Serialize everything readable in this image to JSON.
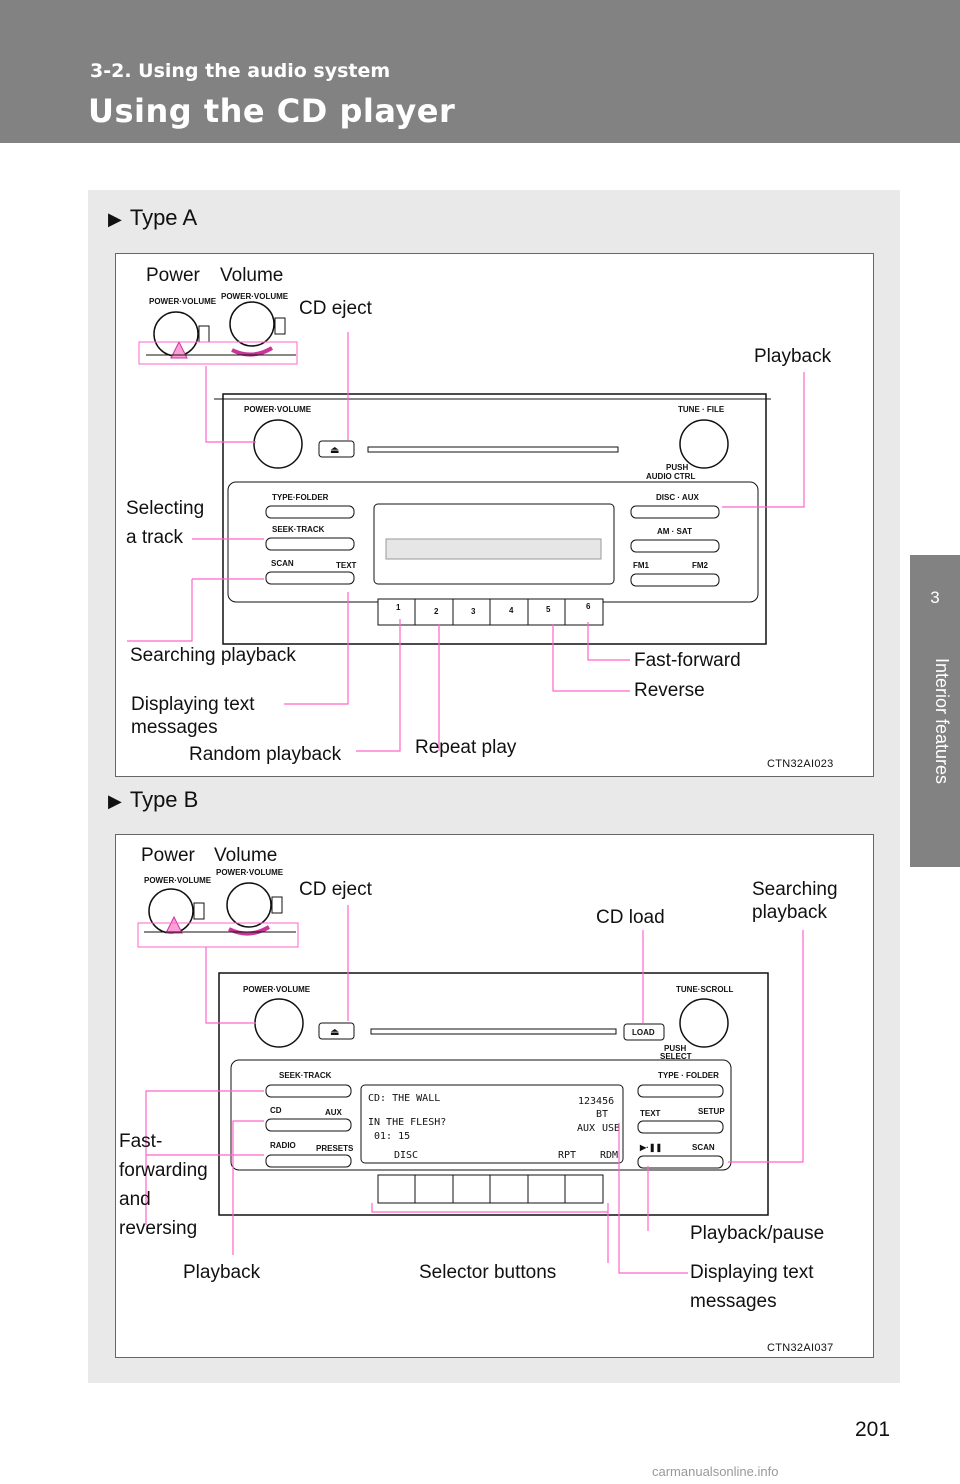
{
  "header": {
    "section_label": "3-2. Using the audio system",
    "page_title": "Using the CD player"
  },
  "side_tab": {
    "chapter_number": "3",
    "chapter_title": "Interior features"
  },
  "type_a": {
    "heading": "Type A",
    "figure_code": "CTN32AI023",
    "callouts": {
      "power": "Power",
      "volume": "Volume",
      "cd_eject": "CD eject",
      "playback": "Playback",
      "selecting_a_track_line1": "Selecting",
      "selecting_a_track_line2": "a track",
      "searching_playback": "Searching playback",
      "fast_forward": "Fast-forward",
      "reverse": "Reverse",
      "displaying_text_line1": "Displaying text",
      "displaying_text_line2": "messages",
      "random_playback": "Random playback",
      "repeat_play": "Repeat play"
    },
    "unit_labels": {
      "power_volume": "POWER·VOLUME",
      "tune_file": "TUNE · FILE",
      "push_audio_ctrl_1": "PUSH",
      "push_audio_ctrl_2": "AUDIO CTRL",
      "type_folder": "TYPE·FOLDER",
      "seek_track": "SEEK·TRACK",
      "scan": "SCAN",
      "text": "TEXT",
      "disc_aux": "DISC · AUX",
      "am_sat": "AM · SAT",
      "fm1": "FM1",
      "fm2": "FM2",
      "presets": [
        "1",
        "2",
        "3",
        "4",
        "5",
        "6"
      ]
    }
  },
  "type_b": {
    "heading": "Type B",
    "figure_code": "CTN32AI037",
    "callouts": {
      "power": "Power",
      "volume": "Volume",
      "cd_eject": "CD eject",
      "cd_load": "CD load",
      "searching_playback_line1": "Searching",
      "searching_playback_line2": "playback",
      "fast_fwd_line1": "Fast-",
      "fast_fwd_line2": "forwarding",
      "fast_fwd_line3": "and",
      "fast_fwd_line4": "reversing",
      "playback_pause": "Playback/pause",
      "playback": "Playback",
      "selector_buttons": "Selector buttons",
      "displaying_text_line1": "Displaying text",
      "displaying_text_line2": "messages"
    },
    "unit_labels": {
      "power_volume": "POWER·VOLUME",
      "tune_scroll": "TUNE·SCROLL",
      "load": "LOAD",
      "push_select_1": "PUSH",
      "push_select_2": "SELECT",
      "seek_track": "SEEK·TRACK",
      "type_folder": "TYPE · FOLDER",
      "cd": "CD",
      "aux": "AUX",
      "radio": "RADIO",
      "presets": "PRESETS",
      "text": "TEXT",
      "setup": "SETUP",
      "play_pause": "▶·❚❚",
      "scan": "SCAN",
      "lcd_line1": "CD:  THE  WALL",
      "lcd_line2": "IN  THE  FLESH?",
      "lcd_line3": "01: 15",
      "lcd_disc": "DISC",
      "lcd_rpt": "RPT",
      "lcd_rdm": "RDM",
      "lcd_presets": "123456",
      "lcd_bt": "BT",
      "lcd_aux": "AUX",
      "lcd_usb": "USB"
    }
  },
  "page_number": "201",
  "watermark": "carmanualsonline.info",
  "colors": {
    "header_gray": "#828282",
    "panel_gray": "#e9e9e9",
    "callout_pink": "#ff66cc"
  }
}
